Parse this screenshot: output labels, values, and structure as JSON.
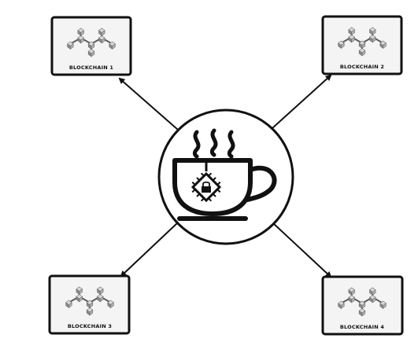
{
  "diagram": {
    "hub": {
      "icon": "coffee-cup-with-chip-icon"
    },
    "nodes": [
      {
        "label": "BLOCKCHAIN 1",
        "icon": "blockchain-network-icon"
      },
      {
        "label": "BLOCKCHAIN 2",
        "icon": "blockchain-network-icon"
      },
      {
        "label": "BLOCKCHAIN 3",
        "icon": "blockchain-network-icon"
      },
      {
        "label": "BLOCKCHAIN 4",
        "icon": "blockchain-network-icon"
      }
    ],
    "colors": {
      "stroke": "#111111",
      "box_fill": "#f4f4f4",
      "cube_light": "#d9d9d9",
      "cube_dark": "#8c8c8c"
    }
  }
}
